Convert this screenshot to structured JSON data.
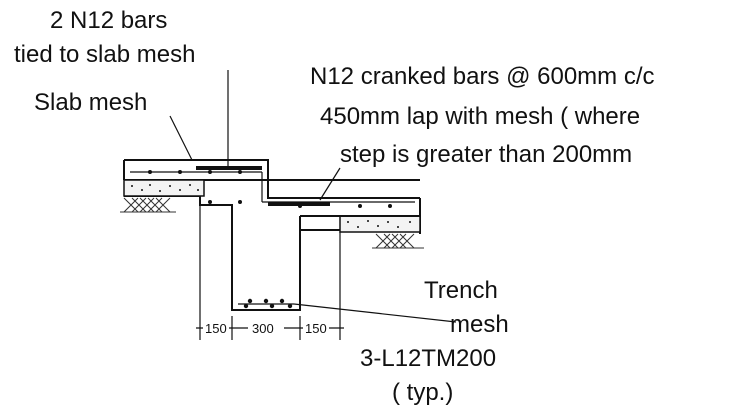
{
  "labels": {
    "tie_bars_1": "2 N12 bars",
    "tie_bars_2": "tied to slab mesh",
    "slab_mesh": "Slab mesh",
    "cranked_1": "N12 cranked bars @ 600mm c/c",
    "cranked_2": "450mm lap with mesh  ( where",
    "cranked_3": "step is greater than 200mm",
    "trench_1": "Trench",
    "trench_2": "mesh",
    "trench_3": "3-L12TM200",
    "trench_4": "( typ.)"
  },
  "dimensions": {
    "left": "150",
    "middle": "300",
    "right": "150"
  }
}
